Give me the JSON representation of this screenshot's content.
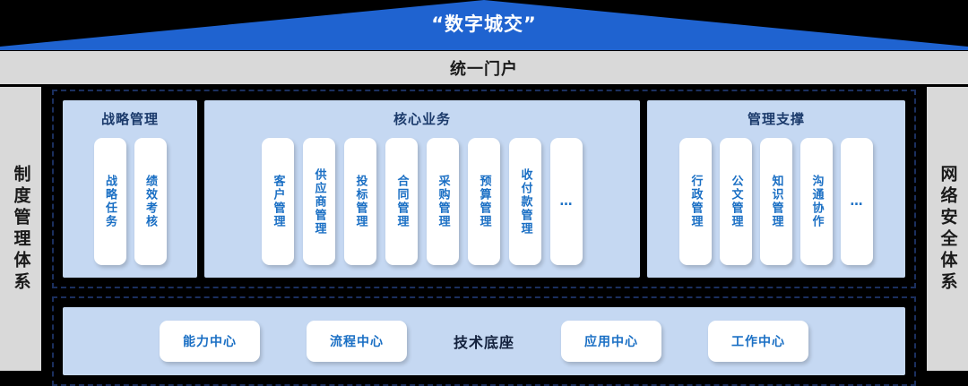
{
  "roof": {
    "title": "“数字城交”",
    "color": "#1f63d0"
  },
  "portal": {
    "label": "统一门户",
    "background": "#d9d9d9"
  },
  "pillars": {
    "left": "制度管理体系",
    "right": "网络安全体系"
  },
  "panels": [
    {
      "id": "strategy",
      "title": "战略管理",
      "cards": [
        {
          "label": "战略任务",
          "ellipsis": false
        },
        {
          "label": "绩效考核",
          "ellipsis": false
        }
      ]
    },
    {
      "id": "core",
      "title": "核心业务",
      "cards": [
        {
          "label": "客户管理",
          "ellipsis": false
        },
        {
          "label": "供应商管理",
          "ellipsis": false
        },
        {
          "label": "投标管理",
          "ellipsis": false
        },
        {
          "label": "合同管理",
          "ellipsis": false
        },
        {
          "label": "采购管理",
          "ellipsis": false
        },
        {
          "label": "预算管理",
          "ellipsis": false
        },
        {
          "label": "收付款管理",
          "ellipsis": false
        },
        {
          "label": "…",
          "ellipsis": true
        }
      ]
    },
    {
      "id": "support",
      "title": "管理支撑",
      "cards": [
        {
          "label": "行政管理",
          "ellipsis": false
        },
        {
          "label": "公文管理",
          "ellipsis": false
        },
        {
          "label": "知识管理",
          "ellipsis": false
        },
        {
          "label": "沟通协作",
          "ellipsis": false
        },
        {
          "label": "…",
          "ellipsis": true
        }
      ]
    }
  ],
  "foundation": {
    "label": "技术底座",
    "left_cards": [
      {
        "label": "能力中心"
      },
      {
        "label": "流程中心"
      }
    ],
    "right_cards": [
      {
        "label": "应用中心"
      },
      {
        "label": "工作中心"
      }
    ]
  },
  "theme": {
    "panel_bg": "#c5d8f2",
    "card_text": "#1a6fc4",
    "panel_title": "#1b3a6b",
    "background": "#000000"
  }
}
